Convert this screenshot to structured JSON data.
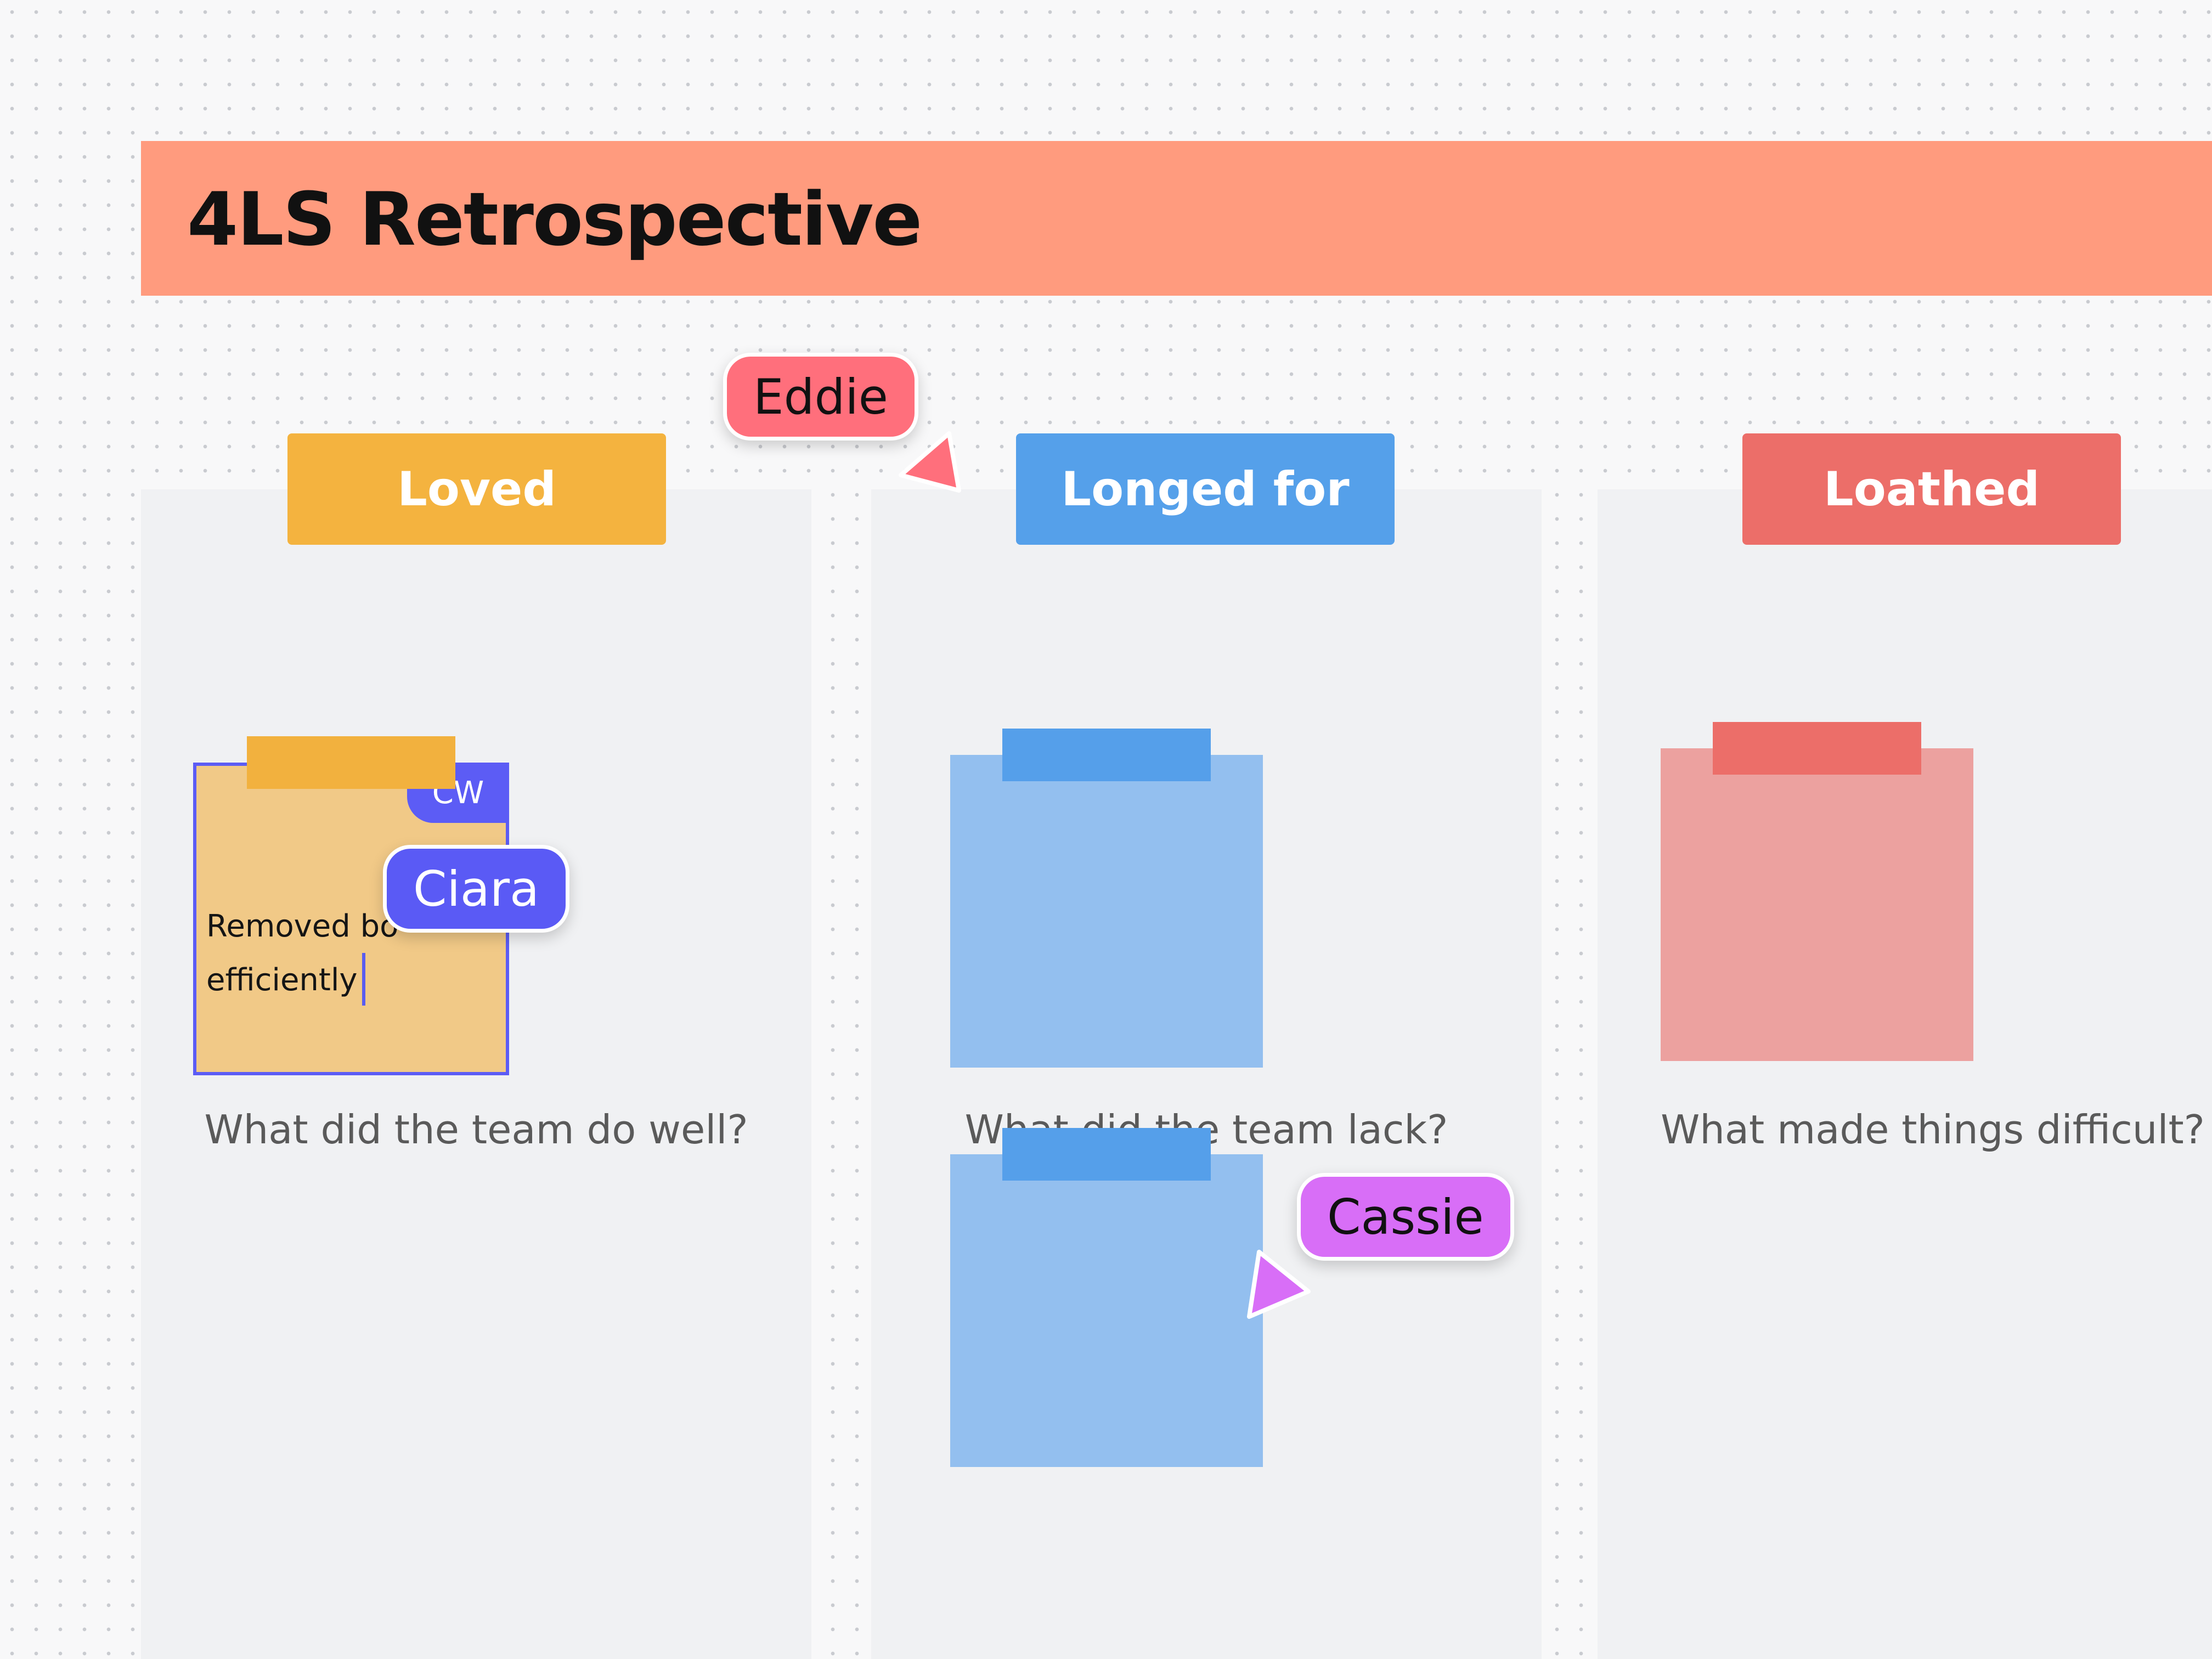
{
  "board": {
    "title": "4LS Retrospective",
    "banner_color": "#ff9b7e"
  },
  "columns": [
    {
      "label": "Loved",
      "question": "What did the team do well?",
      "header_color": "#f4b33f",
      "note_color": "#f1c987",
      "tape_color": "#f2b13e"
    },
    {
      "label": "Longed for",
      "question": "What did the team lack?",
      "header_color": "#55a0ea",
      "note_color": "#93bfef",
      "tape_color": "#559fea"
    },
    {
      "label": "Loathed",
      "question": "What made things difficult?",
      "header_color": "#ec6e69",
      "note_color": "#eca19f",
      "tape_color": "#ec6e69"
    }
  ],
  "active_note": {
    "text_line1": "Removed bo",
    "text_line2": "efficiently",
    "editor_badge": "CW",
    "selection_color": "#5c5cf5"
  },
  "cursors": [
    {
      "name": "Eddie",
      "color": "#ff6f7c",
      "text_color": "#111111"
    },
    {
      "name": "Ciara",
      "color": "#5a5af5",
      "text_color": "#ffffff"
    },
    {
      "name": "Cassie",
      "color": "#d86ef7",
      "text_color": "#111111"
    }
  ]
}
